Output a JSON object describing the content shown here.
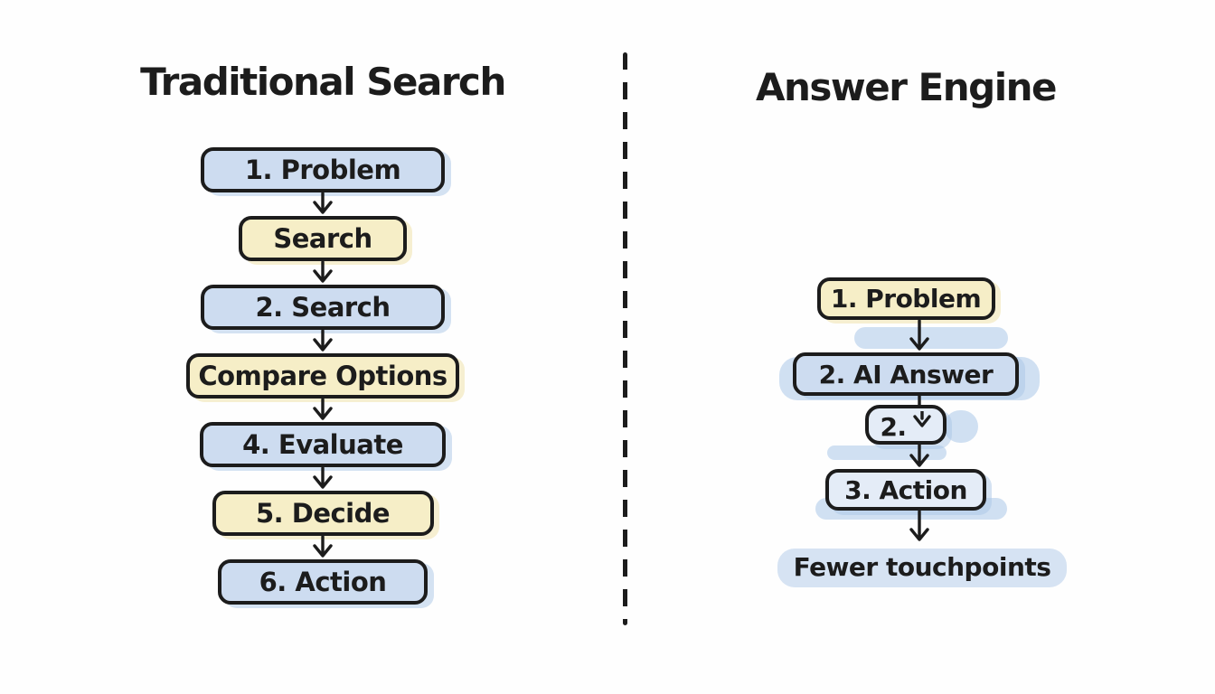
{
  "diagram": {
    "left": {
      "title": "Traditional Search",
      "steps": [
        {
          "label": "1. Problem"
        },
        {
          "label": "Search"
        },
        {
          "label": "2. Search"
        },
        {
          "label": "Compare Options"
        },
        {
          "label": "4. Evaluate"
        },
        {
          "label": "5. Decide"
        },
        {
          "label": "6. Action"
        }
      ]
    },
    "right": {
      "title": "Answer Engine",
      "steps": [
        {
          "label": "1. Problem"
        },
        {
          "label": "2. AI Answer"
        },
        {
          "label": "2."
        },
        {
          "label": "3. Action"
        }
      ],
      "caption": "Fewer touchpoints"
    }
  },
  "palette": {
    "page_bg": "#fefefe",
    "ink": "#1c1c1c",
    "blue_fill": "#cddcf0",
    "yellow_fill": "#f6eec7",
    "pale_blue_fill": "#e4ecf7",
    "blob_blue": "#bcd3ec",
    "caption_pill": "#d6e3f3",
    "shadow_blue": "#a9c6e680",
    "shadow_yellow": "#ecd98f66"
  }
}
